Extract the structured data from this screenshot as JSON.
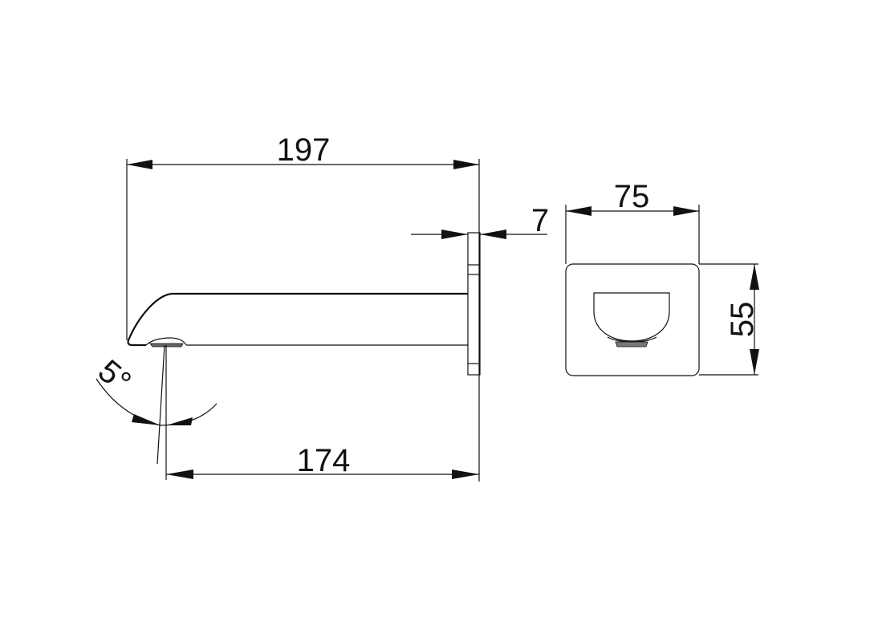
{
  "drawing": {
    "side_view": {
      "overall_length": "197",
      "flange_thickness": "7",
      "outlet_to_wall": "174",
      "outlet_angle": "5°"
    },
    "front_view": {
      "width": "75",
      "height": "55"
    },
    "color": "#111111"
  }
}
